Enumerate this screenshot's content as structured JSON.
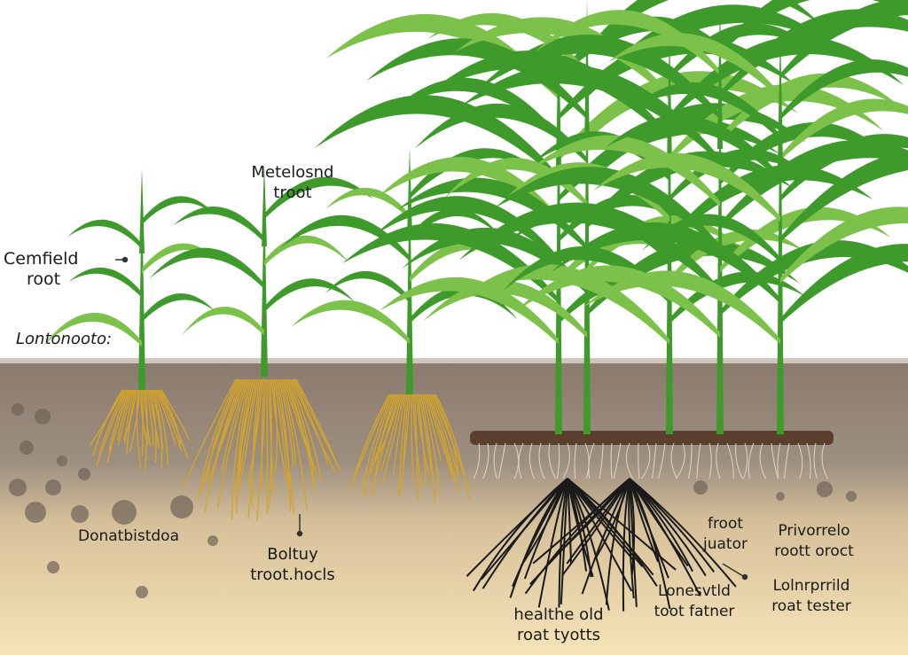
{
  "colors": {
    "sky": "#ffffff",
    "soil_top": "#8a7a6e",
    "soil_mid": "#a39583",
    "soil_bottom": "#f5e2b6",
    "leaf": "#3f9a2c",
    "leaf_light": "#7cc24a",
    "root_yellow": "#d4a52a",
    "root_black": "#1a1a1a"
  },
  "labels": {
    "cemfield": [
      "Cemfield",
      "root"
    ],
    "metelosnd": [
      "Metelosnd",
      "troot"
    ],
    "lontonooto": "Lontonooto:",
    "donatbistdoa": "Donatbistdoa",
    "boltuy": [
      "Boltuy",
      "troot.hocls"
    ],
    "healthe": [
      "healthe old",
      "roat tyotts"
    ],
    "froot": [
      "froot",
      "juator"
    ],
    "privorrelo": [
      "Privorrelo",
      "roott oroct"
    ],
    "lonesvtld": [
      "Lonesvtld",
      "toot fatner"
    ],
    "lolnrprrild": [
      "Lolnrprrild",
      "roat tester"
    ]
  }
}
